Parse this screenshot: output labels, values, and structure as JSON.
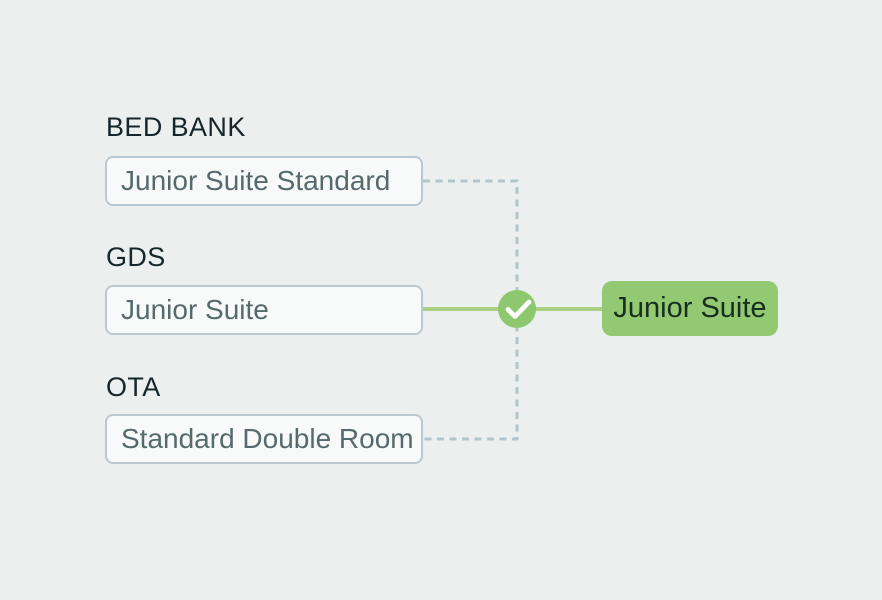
{
  "diagram": {
    "title_hint": "room-mapping-illustration",
    "sources": [
      {
        "id": "bedbank",
        "label": "BED BANK",
        "value": "Junior Suite Standard",
        "match": "partial"
      },
      {
        "id": "gds",
        "label": "GDS",
        "value": "Junior Suite",
        "match": "exact"
      },
      {
        "id": "ota",
        "label": "OTA",
        "value": "Standard Double Room",
        "match": "partial"
      }
    ],
    "result": {
      "value": "Junior Suite"
    },
    "icons": {
      "match": "check-icon"
    }
  },
  "colors": {
    "background": "#ebf0ee",
    "label_text": "#17262b",
    "box_bg": "#f8fafa",
    "box_border": "#b9c9cf",
    "box_text": "#56696d",
    "dashed_line": "#b2c5cb",
    "solid_line": "#a9cf82",
    "check_circle": "#8dc76e",
    "check_mark": "#ffffff",
    "result_bg": "#94c973",
    "result_text": "#16301d"
  }
}
